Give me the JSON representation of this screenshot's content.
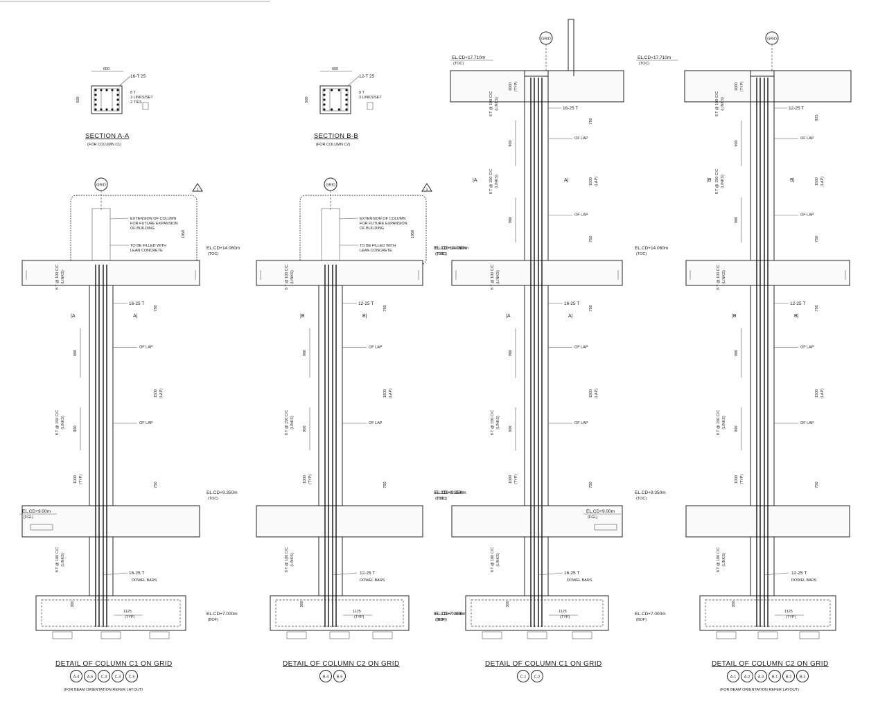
{
  "sections": [
    {
      "width": "600",
      "depth": "500",
      "bars": "16-T 25",
      "links": [
        "8 T",
        "3 LINKS/SET",
        "2 TIES"
      ],
      "title": "SECTION A-A",
      "subtitle": "(FOR COLUMN C1)"
    },
    {
      "width": "600",
      "depth": "500",
      "bars": "12-T 25",
      "links": [
        "8 T",
        "3 LINKS/SET"
      ],
      "title": "SECTION B-B",
      "subtitle": "(FOR COLUMN C2)"
    }
  ],
  "common": {
    "grid": "GRID",
    "revision": "1",
    "extension_note": [
      "EXTENSION OF COLUMN",
      "FOR FUTURE EXPANSION",
      "OF BUILDING"
    ],
    "fill_note": [
      "TO BE FILLED WITH",
      "LEAN CONCRETE"
    ],
    "dim_1050": "1050",
    "dim_750": "750",
    "dim_900": "900",
    "dim_1500": "1500",
    "lap": "(LAP)",
    "dim_1000": "1000",
    "typ": "(TYP)",
    "dim_300": "300",
    "dim_1125": "1125",
    "dim_925": "925",
    "of_lap": "OF LAP",
    "dowel_bars": "DOWEL BARS",
    "links_100": "8 T @ 100 C/C",
    "links_150": "8 T @ 150 C/C",
    "links_tag": "(LINKS)",
    "el_1406": "EL.CD+14.060m",
    "el_935": "EL.CD+9.350m",
    "el_700": "EL.CD+7.000m",
    "el_900": "EL.CD+9.00m",
    "el_1771": "EL.CD+17.710m",
    "toc": "(TOC)",
    "bof": "(BOF)",
    "fgl": "(FGL)",
    "cut_a": "A",
    "cut_b": "B",
    "beam_note": "(FOR BEAM ORIENTATION REFER LAYOUT)"
  },
  "details": [
    {
      "title": "DETAIL OF COLUMN C1 ON GRID",
      "bars": "16-25 T",
      "grids": [
        "A-4",
        "A-5",
        "C-3",
        "C-4",
        "C-5"
      ],
      "note": true
    },
    {
      "title": "DETAIL OF COLUMN C2 ON GRID",
      "bars": "12-25 T",
      "grids": [
        "B-4",
        "B-5"
      ],
      "note": false
    },
    {
      "title": "DETAIL OF COLUMN C1 ON GRID",
      "bars": "16-25 T",
      "grids": [
        "C-1",
        "C-2"
      ],
      "note": false
    },
    {
      "title": "DETAIL OF COLUMN C2 ON GRID",
      "bars": "12-25 T",
      "grids": [
        "A-1",
        "A-2",
        "A-3",
        "B-1",
        "B-2",
        "B-3"
      ],
      "note": true
    }
  ],
  "colors": {
    "ink": "#1a1a1a",
    "paper": "#ffffff"
  }
}
